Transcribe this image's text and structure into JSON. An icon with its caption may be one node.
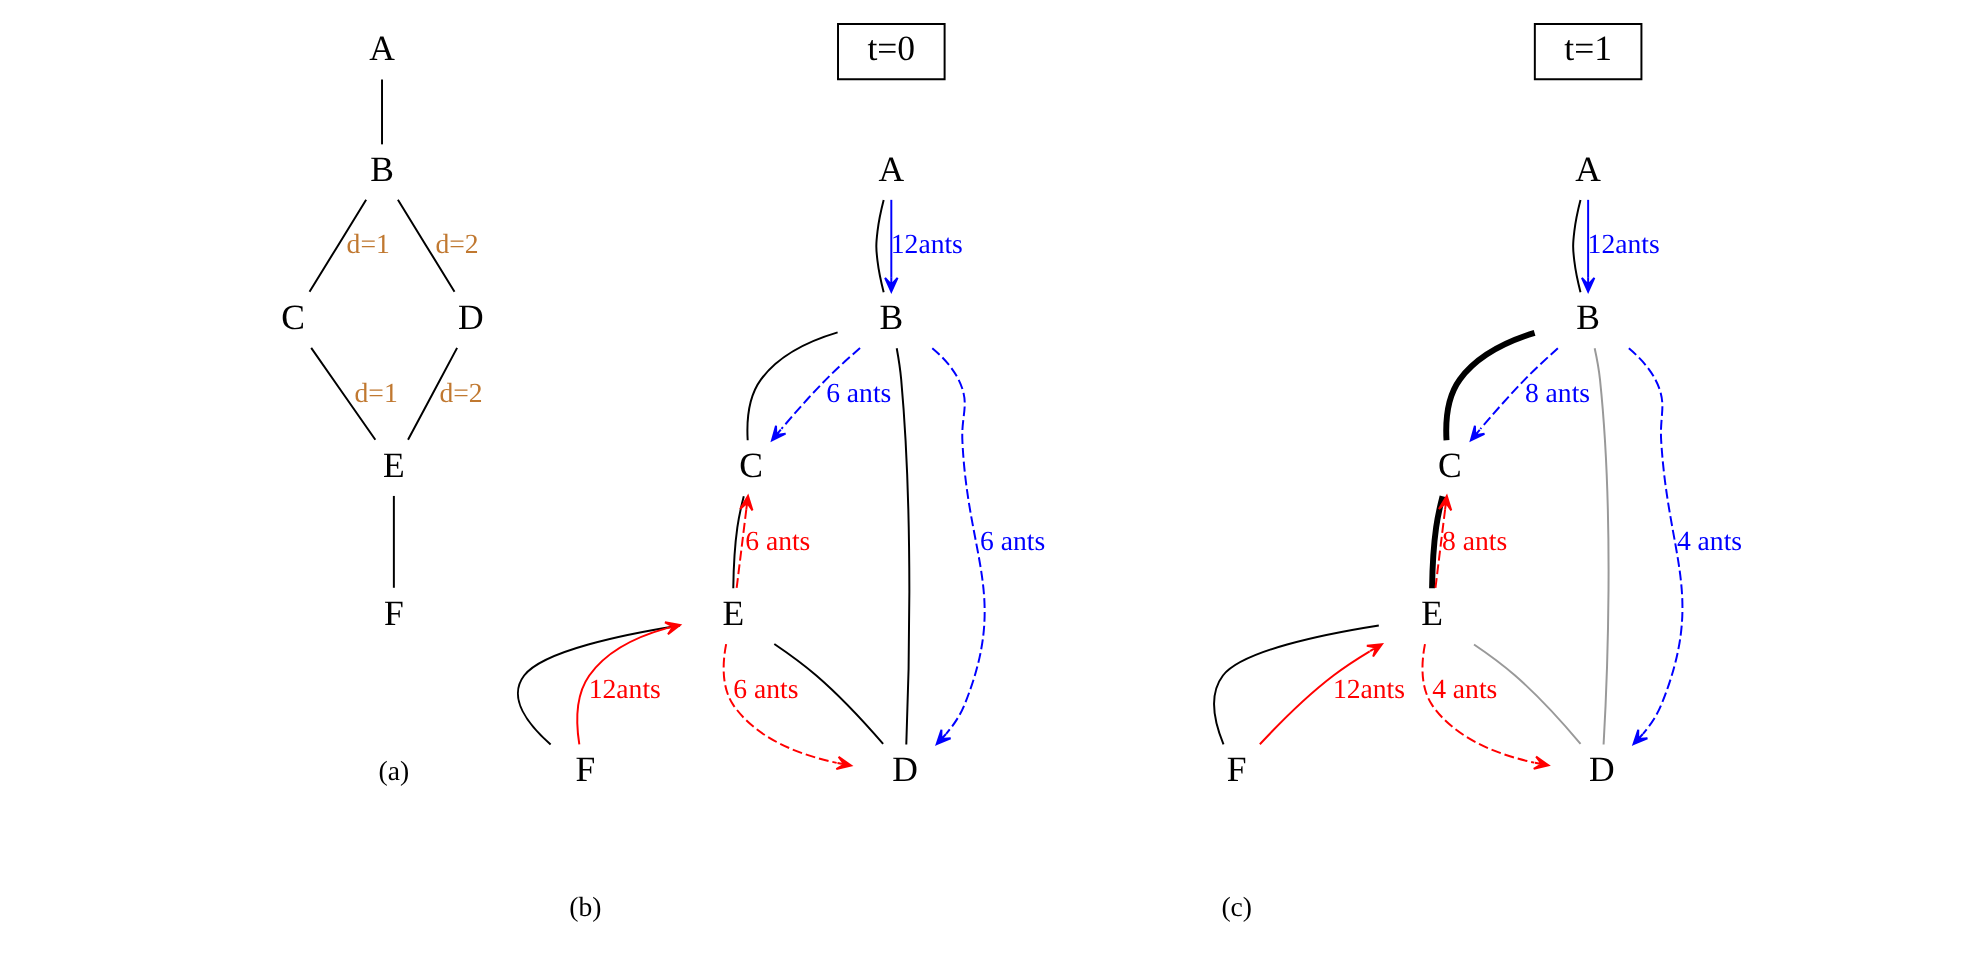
{
  "diagram": {
    "nodes": [
      {
        "text": [
          "A"
        ]
      },
      {
        "text": [
          "B"
        ]
      },
      {
        "text": [
          "C"
        ]
      },
      {
        "text": [
          "D"
        ]
      },
      {
        "text": [
          "E"
        ]
      },
      {
        "text": [
          "F"
        ]
      },
      {
        "text": [
          "t=0"
        ]
      },
      {
        "text": [
          "A"
        ]
      },
      {
        "text": [
          "B"
        ]
      },
      {
        "text": [
          "C"
        ]
      },
      {
        "text": [
          "D"
        ]
      },
      {
        "text": [
          "E"
        ]
      },
      {
        "text": [
          "F"
        ]
      },
      {
        "text": [
          "t=1"
        ]
      },
      {
        "text": [
          "A"
        ]
      },
      {
        "text": [
          "B"
        ]
      },
      {
        "text": [
          "C"
        ]
      },
      {
        "text": [
          "D"
        ]
      },
      {
        "text": [
          "E"
        ]
      },
      {
        "text": [
          "F"
        ]
      }
    ],
    "edges": [
      {
        "from": 0,
        "to": 1,
        "arrow": "none"
      },
      {
        "from": 1,
        "to": 3,
        "arrow": "none",
        "label": "d=2"
      },
      {
        "from": 1,
        "to": 2,
        "arrow": "none",
        "label": "d=1"
      },
      {
        "from": 3,
        "to": 4,
        "arrow": "none",
        "label": "d=2"
      },
      {
        "from": 2,
        "to": 4,
        "arrow": "none",
        "label": "d=1"
      },
      {
        "from": 4,
        "to": 5,
        "arrow": "none"
      },
      {
        "from": 7,
        "to": 8,
        "arrow": "none"
      },
      {
        "from": 7,
        "to": 8,
        "arrow": "to",
        "color": "#0000ff",
        "label": "12ants"
      },
      {
        "from": 8,
        "to": 10,
        "arrow": "none"
      },
      {
        "from": 8,
        "to": 10,
        "arrow": "to",
        "style": "dashed",
        "color": "#0000ff",
        "label": "6 ants"
      },
      {
        "from": 8,
        "to": 9,
        "arrow": "none"
      },
      {
        "from": 8,
        "to": 9,
        "arrow": "to",
        "style": "dashed",
        "color": "#0000ff",
        "label": "6 ants"
      },
      {
        "from": 10,
        "to": 11,
        "arrow": "none"
      },
      {
        "from": 11,
        "to": 10,
        "arrow": "to",
        "style": "dashed",
        "color": "#ff0000",
        "label": "6 ants"
      },
      {
        "from": 9,
        "to": 11,
        "arrow": "none"
      },
      {
        "from": 11,
        "to": 9,
        "arrow": "to",
        "style": "dashed",
        "color": "#ff0000",
        "label": "6 ants"
      },
      {
        "from": 11,
        "to": 12,
        "arrow": "none"
      },
      {
        "from": 12,
        "to": 11,
        "arrow": "to",
        "color": "#ff0000",
        "label": "12ants"
      },
      {
        "from": 14,
        "to": 15,
        "arrow": "none"
      },
      {
        "from": 14,
        "to": 15,
        "arrow": "to",
        "color": "#0000ff",
        "label": "12ants"
      },
      {
        "from": 15,
        "to": 17,
        "arrow": "none",
        "color": "#999999"
      },
      {
        "from": 15,
        "to": 17,
        "arrow": "to",
        "style": "dashed",
        "color": "#0000ff",
        "label": "4 ants"
      },
      {
        "from": 15,
        "to": 16,
        "arrow": "none",
        "style": "thick"
      },
      {
        "from": 15,
        "to": 16,
        "arrow": "to",
        "style": "dashed",
        "color": "#0000ff",
        "label": "8 ants"
      },
      {
        "from": 17,
        "to": 18,
        "arrow": "none",
        "color": "#999999"
      },
      {
        "from": 18,
        "to": 17,
        "arrow": "to",
        "style": "dashed",
        "color": "#ff0000",
        "label": "4 ants"
      },
      {
        "from": 16,
        "to": 18,
        "arrow": "none",
        "style": "thick"
      },
      {
        "from": 18,
        "to": 16,
        "arrow": "to",
        "style": "dashed",
        "color": "#ff0000",
        "label": "8 ants"
      },
      {
        "from": 18,
        "to": 19,
        "arrow": "none"
      },
      {
        "from": 19,
        "to": 18,
        "arrow": "to",
        "color": "#ff0000",
        "label": "12ants"
      }
    ],
    "labels": [
      "(a)",
      "(b)",
      "(c)"
    ]
  }
}
